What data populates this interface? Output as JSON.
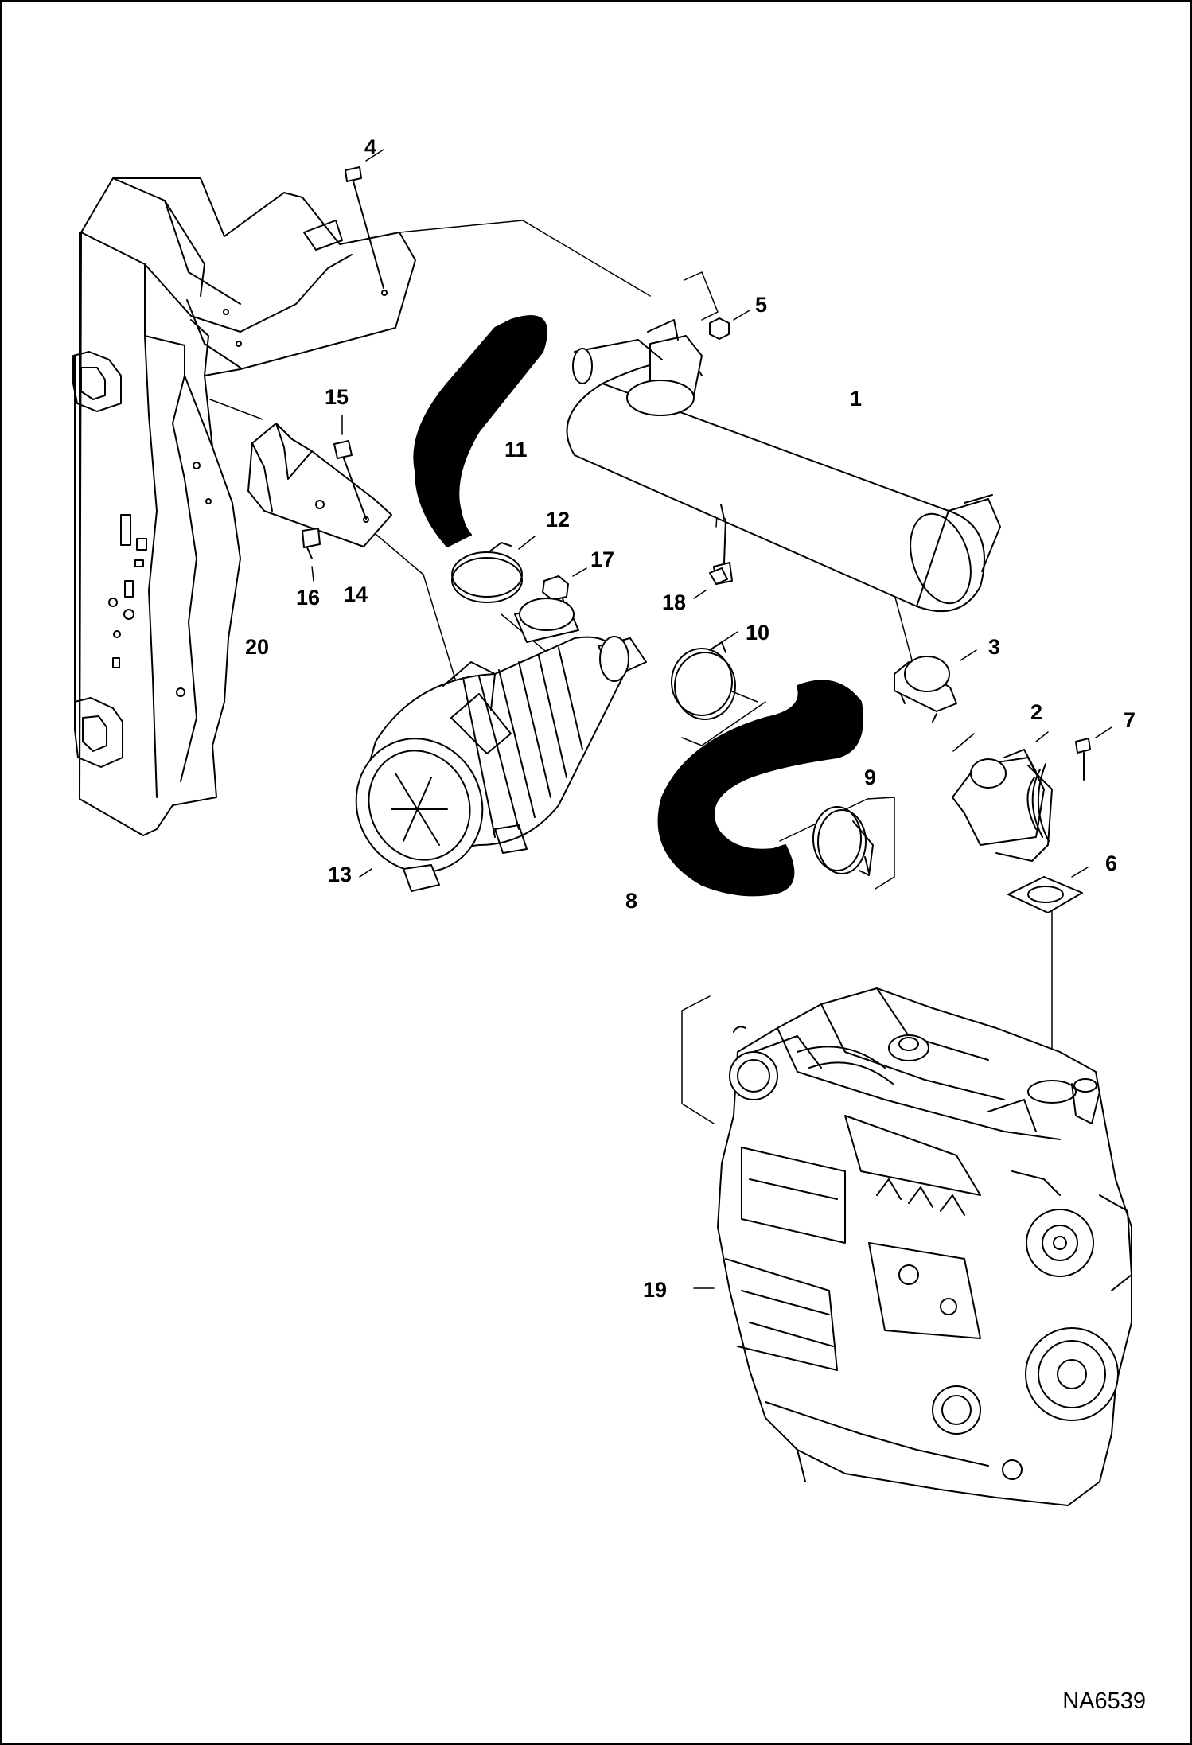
{
  "callouts": {
    "c1": "1",
    "c2": "2",
    "c3": "3",
    "c4": "4",
    "c5": "5",
    "c6": "6",
    "c7": "7",
    "c8": "8",
    "c9": "9",
    "c10": "10",
    "c11": "11",
    "c12": "12",
    "c13": "13",
    "c14": "14",
    "c15": "15",
    "c16": "16",
    "c17": "17",
    "c18": "18",
    "c19": "19",
    "c20": "20"
  },
  "figure_id": "NA6539"
}
